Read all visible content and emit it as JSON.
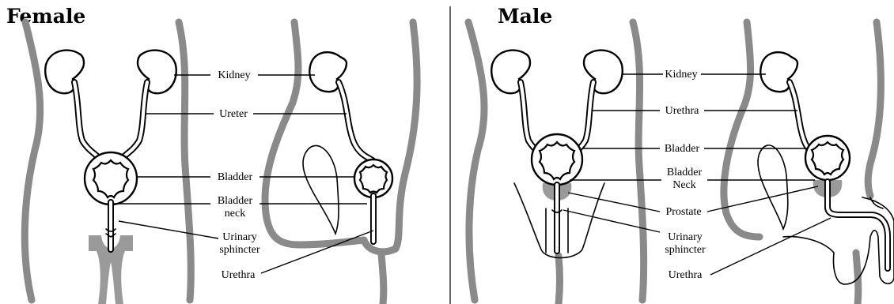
{
  "titles": {
    "female": "Female",
    "male": "Male"
  },
  "female_labels": {
    "kidney": "Kidney",
    "ureter": "Ureter",
    "bladder": "Bladder",
    "bladder_neck_1": "Bladder",
    "bladder_neck_2": "neck",
    "sphincter_1": "Urinary",
    "sphincter_2": "sphincter",
    "urethra": "Urethra"
  },
  "male_labels": {
    "kidney": "Kidney",
    "urethra_upper": "Urethra",
    "bladder": "Bladder",
    "bladder_neck_1": "Bladder",
    "bladder_neck_2": "Neck",
    "prostate": "Prostate",
    "sphincter_1": "Urinary",
    "sphincter_2": "sphincter",
    "urethra": "Urethra"
  },
  "colors": {
    "body_outline": "#8a8a8a",
    "prostate": "#9a9a9a",
    "line": "#000000"
  }
}
